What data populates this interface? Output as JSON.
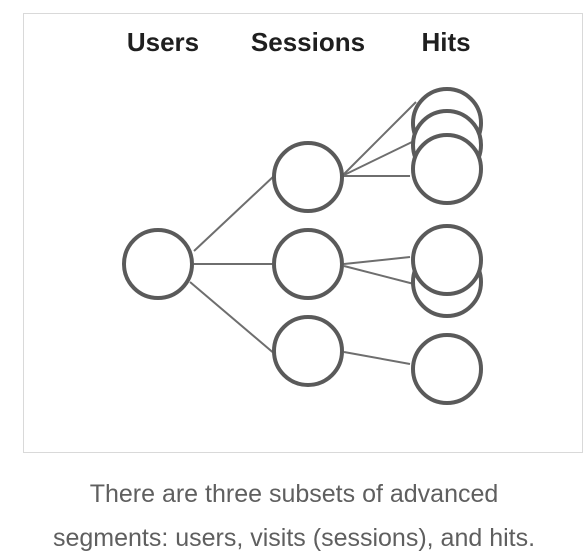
{
  "diagram": {
    "headers": {
      "users": "Users",
      "sessions": "Sessions",
      "hits": "Hits"
    },
    "structure": {
      "users": 1,
      "sessions": 3,
      "hits_per_session": [
        3,
        2,
        1
      ]
    }
  },
  "caption": {
    "line1": "There are three subsets of advanced",
    "line2": "segments: users, visits (sessions), and hits."
  }
}
